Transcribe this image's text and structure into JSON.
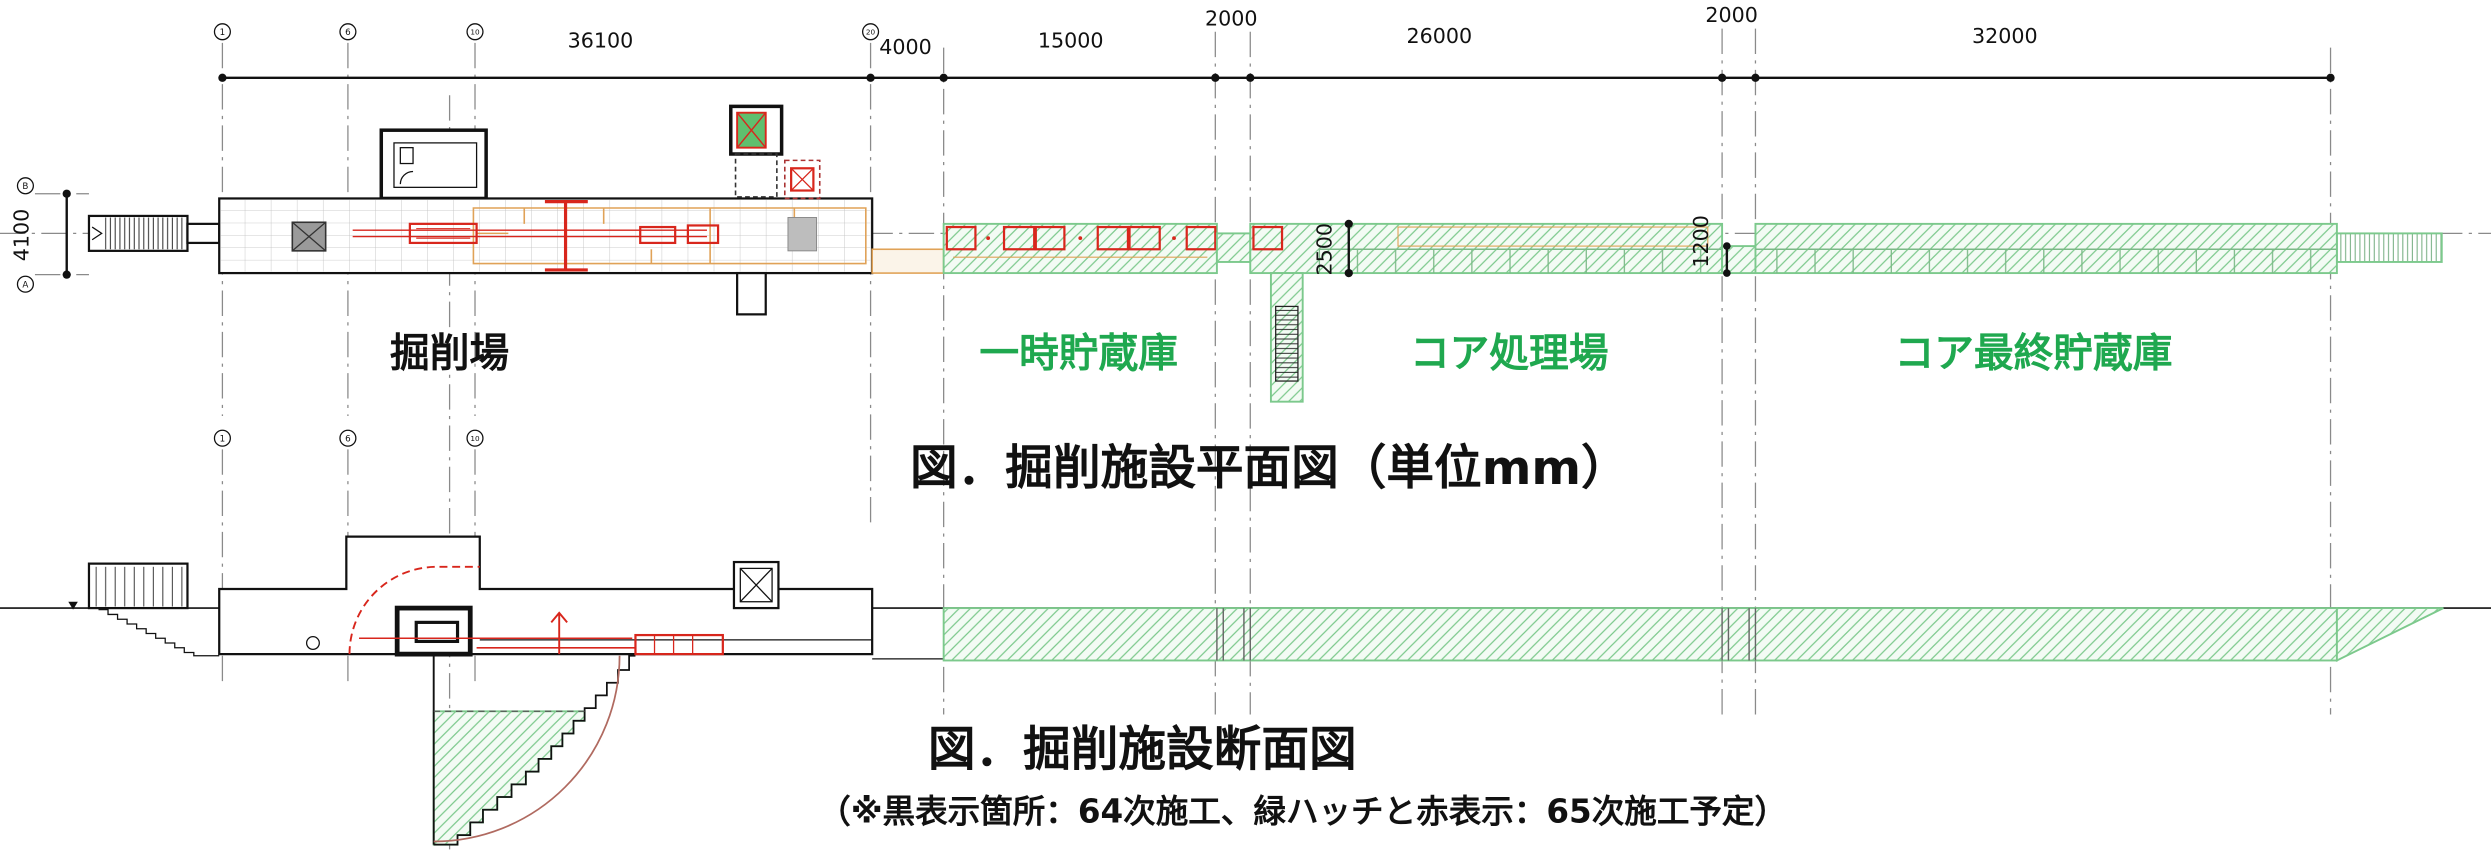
{
  "plan": {
    "grid_bubbles": [
      "1",
      "6",
      "10",
      "20"
    ],
    "side_bubbles": [
      "B",
      "A"
    ],
    "dimensions": [
      "36100",
      "4000",
      "15000",
      "2000",
      "26000",
      "2000",
      "32000"
    ],
    "width_dimension": "4100",
    "processing_width": "2500",
    "corridor_width": "1200",
    "zones": [
      "掘削場",
      "一時貯蔵庫",
      "コア処理場",
      "コア最終貯蔵庫"
    ],
    "title": "図．掘削施設平面図（単位mm）"
  },
  "section": {
    "grid_bubbles": [
      "1",
      "6",
      "10"
    ],
    "title": "図．掘削施設断面図",
    "note": "（※黒表示箇所：64次施工、緑ハッチと赤表示：65次施工予定）"
  },
  "colors": {
    "ink": "#111111",
    "green": "#1fa84f",
    "red": "#d8261c",
    "hatch": "#7cc98c",
    "tan": "#e0a257"
  }
}
